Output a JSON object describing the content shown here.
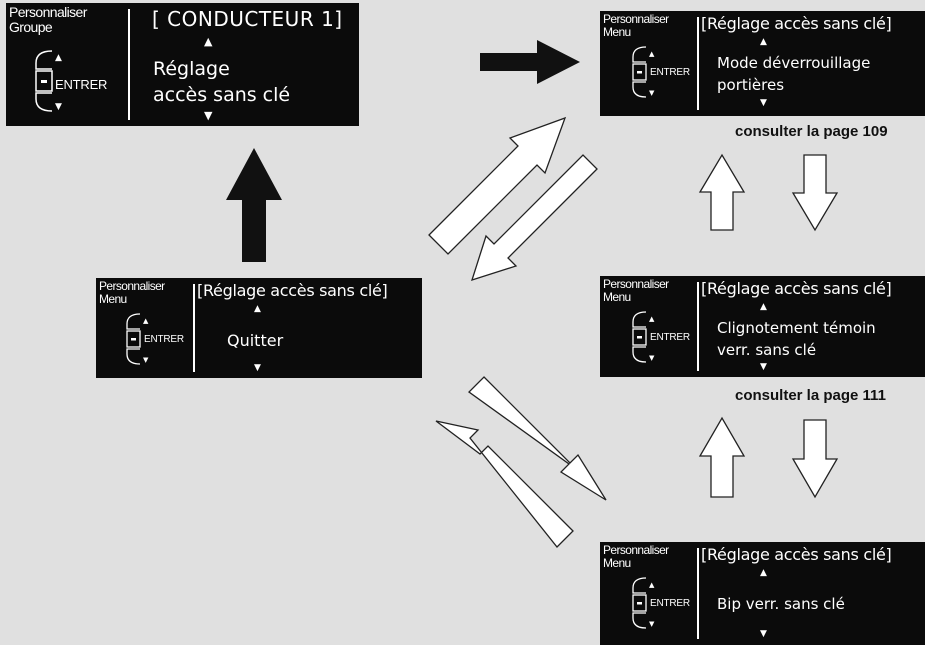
{
  "screens": {
    "s1": {
      "label1": "Personnaliser",
      "label2": "Groupe",
      "enter": "ENTRER",
      "title": "[ CONDUCTEUR 1]",
      "line1": "Réglage",
      "line2": "accès sans clé"
    },
    "s2": {
      "label1": "Personnaliser",
      "label2": "Menu",
      "enter": "ENTRER",
      "title": "[Réglage accès sans clé]",
      "line1": "Mode déverrouillage",
      "line2": "portières"
    },
    "s3": {
      "label1": "Personnaliser",
      "label2": "Menu",
      "enter": "ENTRER",
      "title": "[Réglage accès sans clé]",
      "line1": "Quitter"
    },
    "s4": {
      "label1": "Personnaliser",
      "label2": "Menu",
      "enter": "ENTRER",
      "title": "[Réglage accès sans clé]",
      "line1": "Clignotement témoin",
      "line2": "verr. sans clé"
    },
    "s5": {
      "label1": "Personnaliser",
      "label2": "Menu",
      "enter": "ENTRER",
      "title": "[Réglage accès sans clé]",
      "line1": "Bip verr. sans clé"
    }
  },
  "captions": {
    "c1": "consulter la page 109",
    "c2": "consulter la page 111"
  },
  "colors": {
    "background": "#e0e0e0",
    "screen": "#0b0b0b",
    "screen_text": "#ffffff",
    "arrow_solid": "#111111",
    "arrow_hollow_fill": "#ffffff"
  }
}
